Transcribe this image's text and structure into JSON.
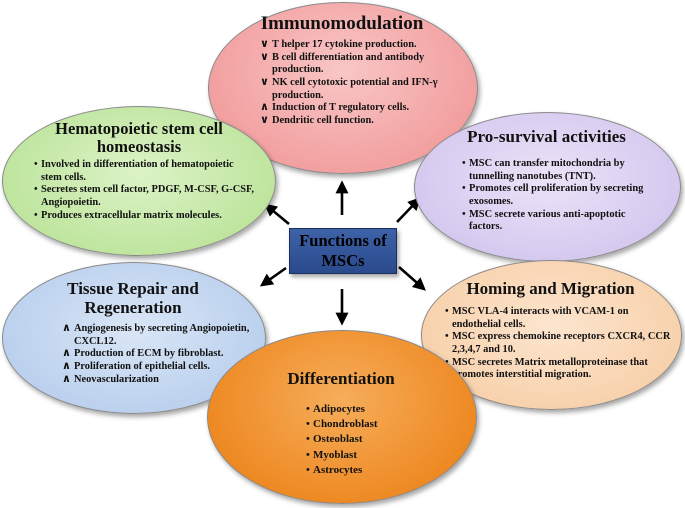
{
  "center": {
    "line1": "Functions of",
    "line2": "MSCs"
  },
  "immunomodulation": {
    "title": "Immunomodulation",
    "items": [
      {
        "marker": "∨",
        "text": "T helper 17 cytokine production."
      },
      {
        "marker": "∨",
        "text": "B cell differentiation and antibody production."
      },
      {
        "marker": "∨",
        "text": "NK cell cytotoxic potential and IFN-γ production."
      },
      {
        "marker": "∧",
        "text": "Induction of T regulatory cells."
      },
      {
        "marker": "∨",
        "text": "Dendritic cell function."
      }
    ],
    "color": "#f3a6a6"
  },
  "hematopoietic": {
    "title_line1": "Hematopoietic stem cell",
    "title_line2": "homeostasis",
    "items": [
      {
        "marker": "•",
        "text": "Involved in differentiation of hematopoietic stem cells."
      },
      {
        "marker": "•",
        "text": "Secretes stem cell factor, PDGF, M-CSF, G-CSF, Angiopoietin."
      },
      {
        "marker": "•",
        "text": "Produces extracellular matrix molecules."
      }
    ],
    "color": "#c3e7a5"
  },
  "prosurvival": {
    "title": "Pro-survival activities",
    "items": [
      {
        "marker": "•",
        "text": "MSC can transfer mitochondria by tunnelling nanotubes (TNT)."
      },
      {
        "marker": "•",
        "text": "Promotes cell proliferation by secreting exosomes."
      },
      {
        "marker": "•",
        "text": "MSC secrete various anti-apoptotic factors."
      }
    ],
    "color": "#d9cdf0"
  },
  "tissue": {
    "title_line1": "Tissue Repair and",
    "title_line2": "Regeneration",
    "items": [
      {
        "marker": "∧",
        "text": "Angiogenesis by secreting Angiopoietin, CXCL12."
      },
      {
        "marker": "∧",
        "text": "Production of ECM by fibroblast."
      },
      {
        "marker": "∧",
        "text": "Proliferation of epithelial cells."
      },
      {
        "marker": "∧",
        "text": "Neovascularization"
      }
    ],
    "color": "#bed3ee"
  },
  "homing": {
    "title": "Homing and Migration",
    "items": [
      {
        "marker": "•",
        "text": "MSC VLA-4 interacts with VCAM-1 on endothelial cells."
      },
      {
        "marker": "•",
        "text": "MSC express chemokine receptors CXCR4, CCR 2,3,4,7 and 10."
      },
      {
        "marker": "•",
        "text": "MSC secretes Matrix metalloproteinase that promotes interstitial migration."
      }
    ],
    "color": "#f8d3b0"
  },
  "differentiation": {
    "title": "Differentiation",
    "items": [
      {
        "marker": "•",
        "text": "Adipocytes"
      },
      {
        "marker": "•",
        "text": "Chondroblast"
      },
      {
        "marker": "•",
        "text": "Osteoblast"
      },
      {
        "marker": "•",
        "text": "Myoblast"
      },
      {
        "marker": "•",
        "text": "Astrocytes"
      }
    ],
    "color": "#ee8a24"
  }
}
